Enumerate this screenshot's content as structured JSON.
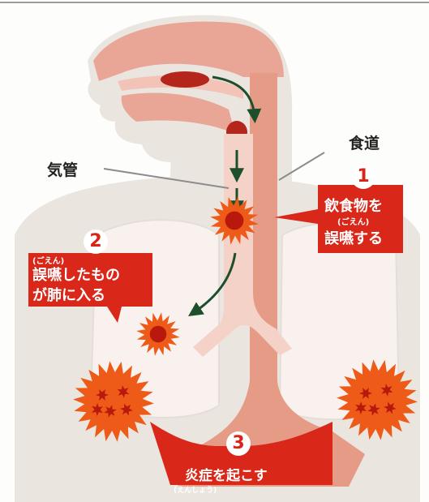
{
  "labels": {
    "kikan": "気管",
    "shokudo": "食道"
  },
  "callout1": {
    "number": "1",
    "line1": "飲食物を",
    "ruby": "(ごえん)",
    "line2": "誤嚥する"
  },
  "callout2": {
    "number": "2",
    "ruby": "(ごえん)",
    "line1": "誤嚥したもの",
    "line2": "が肺に入る"
  },
  "callout3": {
    "number": "3",
    "line1": "炎症を起こす",
    "ruby": "(えんしょう)"
  },
  "colors": {
    "body_skin": "#ebe5df",
    "head_tissue": "#e9a595",
    "esophagus": "#e59b86",
    "trachea": "#f4d2c8",
    "lungs": "#f8f1ee",
    "callout_red": "#d9281a",
    "burst_orange": "#ee5a18",
    "burst_center": "#b8190c",
    "arrow_green": "#1d4f2c"
  },
  "icons": [
    "aspiration-burst-icon",
    "lung-burst-icon",
    "inflammation-burst-icon",
    "flow-arrow-icon"
  ]
}
